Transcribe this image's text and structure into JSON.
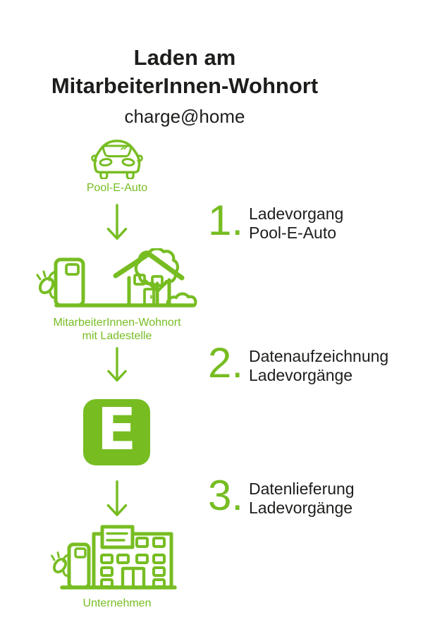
{
  "colors": {
    "green": "#77bd22",
    "text": "#1d1d1b",
    "background": "#ffffff",
    "logo_letter_color": "#ffffff"
  },
  "header": {
    "title_line1": "Laden am",
    "title_line2": "MitarbeiterInnen-Wohnort",
    "subtitle": "charge@home"
  },
  "flow": {
    "car": {
      "icon": "electric-car-icon",
      "label": "Pool-E-Auto"
    },
    "home": {
      "icon": "house-with-charging-station-icon",
      "label_line1": "MitarbeiterInnen-Wohnort",
      "label_line2": "mit Ladestelle"
    },
    "energy_provider": {
      "icon": "energy-provider-logo",
      "logo_letter": "E"
    },
    "company": {
      "icon": "company-building-with-charging-station-icon",
      "label": "Unternehmen"
    },
    "connector_icon": "down-arrow-icon"
  },
  "steps": [
    {
      "number": "1.",
      "label_line1": "Ladevorgang",
      "label_line2": "Pool-E-Auto"
    },
    {
      "number": "2.",
      "label_line1": "Datenaufzeichnung",
      "label_line2": "Ladevorgänge"
    },
    {
      "number": "3.",
      "label_line1": "Datenlieferung",
      "label_line2": "Ladevorgänge"
    }
  ]
}
